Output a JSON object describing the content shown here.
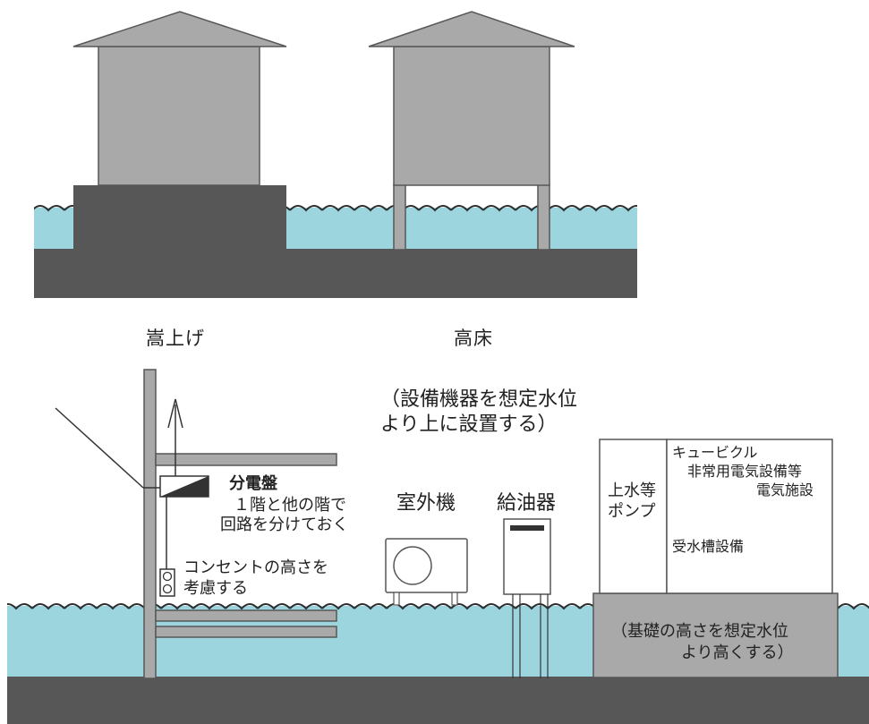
{
  "top_panel": {
    "raised_ground_caption": "嵩上げ",
    "elevated_floor_caption": "高床"
  },
  "bottom_panel": {
    "note_line1": "（設備機器を想定水位",
    "note_line2": "より上に設置する）",
    "distribution_board": {
      "title": "分電盤",
      "line1": "１階と他の階で",
      "line2": "回路を分けておく"
    },
    "outlet": {
      "line1": "コンセントの高さを",
      "line2": "考慮する"
    },
    "outdoor_unit_label": "室外機",
    "oil_heater_label": "給油器",
    "water_pump": {
      "line1": "上水等",
      "line2": "ポンプ"
    },
    "cubicle": {
      "line1": "キュービクル",
      "line2": "非常用電気設備等",
      "line3": "電気施設"
    },
    "tank_label": "受水槽設備",
    "foundation": {
      "line1": "（基礎の高さを想定水位",
      "line2": "より高くする）"
    }
  },
  "colors": {
    "water": "#9dd5df",
    "wave_line": "#2c2c2c",
    "ground": "#575757",
    "house_fill": "#a9a9a9",
    "raised_base": "#575757",
    "pillar": "#a9a9a9",
    "equipment_outline": "#555555",
    "foundation_fill": "#a9a9a9"
  }
}
